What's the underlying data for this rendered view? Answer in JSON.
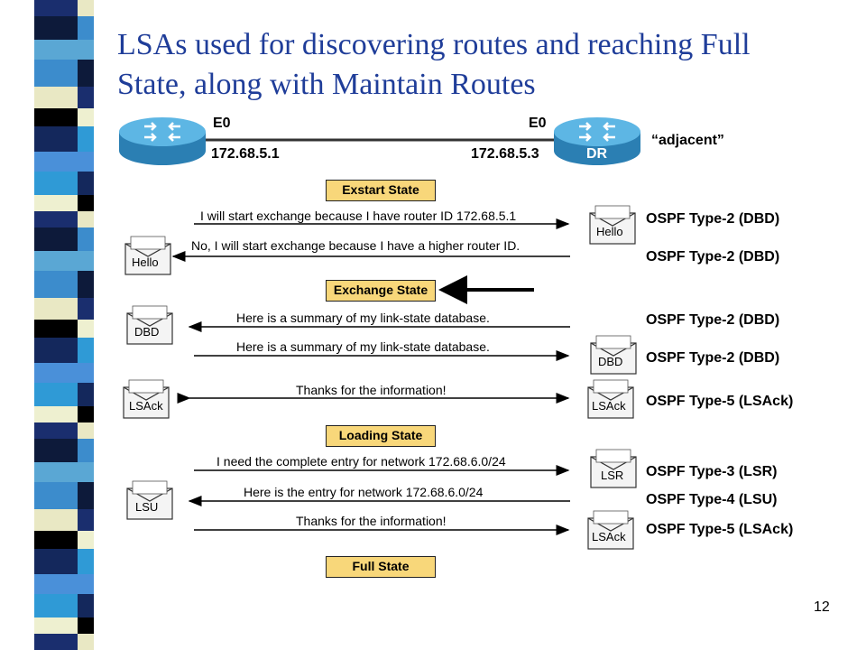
{
  "title_line1": "LSAs used for discovering routes and reaching Full",
  "title_line2": "State, along with Maintain Routes",
  "page_number": "12",
  "left_router": {
    "interface": "E0",
    "ip": "172.68.5.1"
  },
  "right_router": {
    "interface": "E0",
    "ip": "172.68.5.3",
    "label": "DR"
  },
  "adjacent_label": "“adjacent”",
  "states": {
    "exstart": "Exstart State",
    "exchange": "Exchange State",
    "loading": "Loading State",
    "full": "Full State"
  },
  "messages": [
    {
      "text": "I will start exchange because I have router ID 172.68.5.1",
      "packet": "Hello",
      "lsa": "OSPF Type-2 (DBD)"
    },
    {
      "text": "No, I will start exchange because I have a higher router ID.",
      "packet": "Hello",
      "lsa": "OSPF Type-2 (DBD)"
    },
    {
      "text": "Here is a summary of my link-state database.",
      "packet": "DBD",
      "lsa": "OSPF Type-2 (DBD)"
    },
    {
      "text": "Here is a summary of my link-state database.",
      "packet": "DBD",
      "lsa": "OSPF Type-2 (DBD)"
    },
    {
      "text": "Thanks for the information!",
      "packet": "LSAck",
      "lsa": "OSPF Type-5 (LSAck)"
    },
    {
      "text": "I need the complete entry for network 172.68.6.0/24",
      "packet": "LSR",
      "lsa": "OSPF Type-3 (LSR)"
    },
    {
      "text": "Here is the entry for network 172.68.6.0/24",
      "packet": "LSU",
      "lsa": "OSPF Type-4 (LSU)"
    },
    {
      "text": "Thanks for the information!",
      "packet": "LSAck",
      "lsa": "OSPF Type-5 (LSAck)"
    }
  ],
  "colors": {
    "title": "#1f3d99",
    "state_fill": "#f8d77a",
    "router": "#4aa8d8"
  }
}
